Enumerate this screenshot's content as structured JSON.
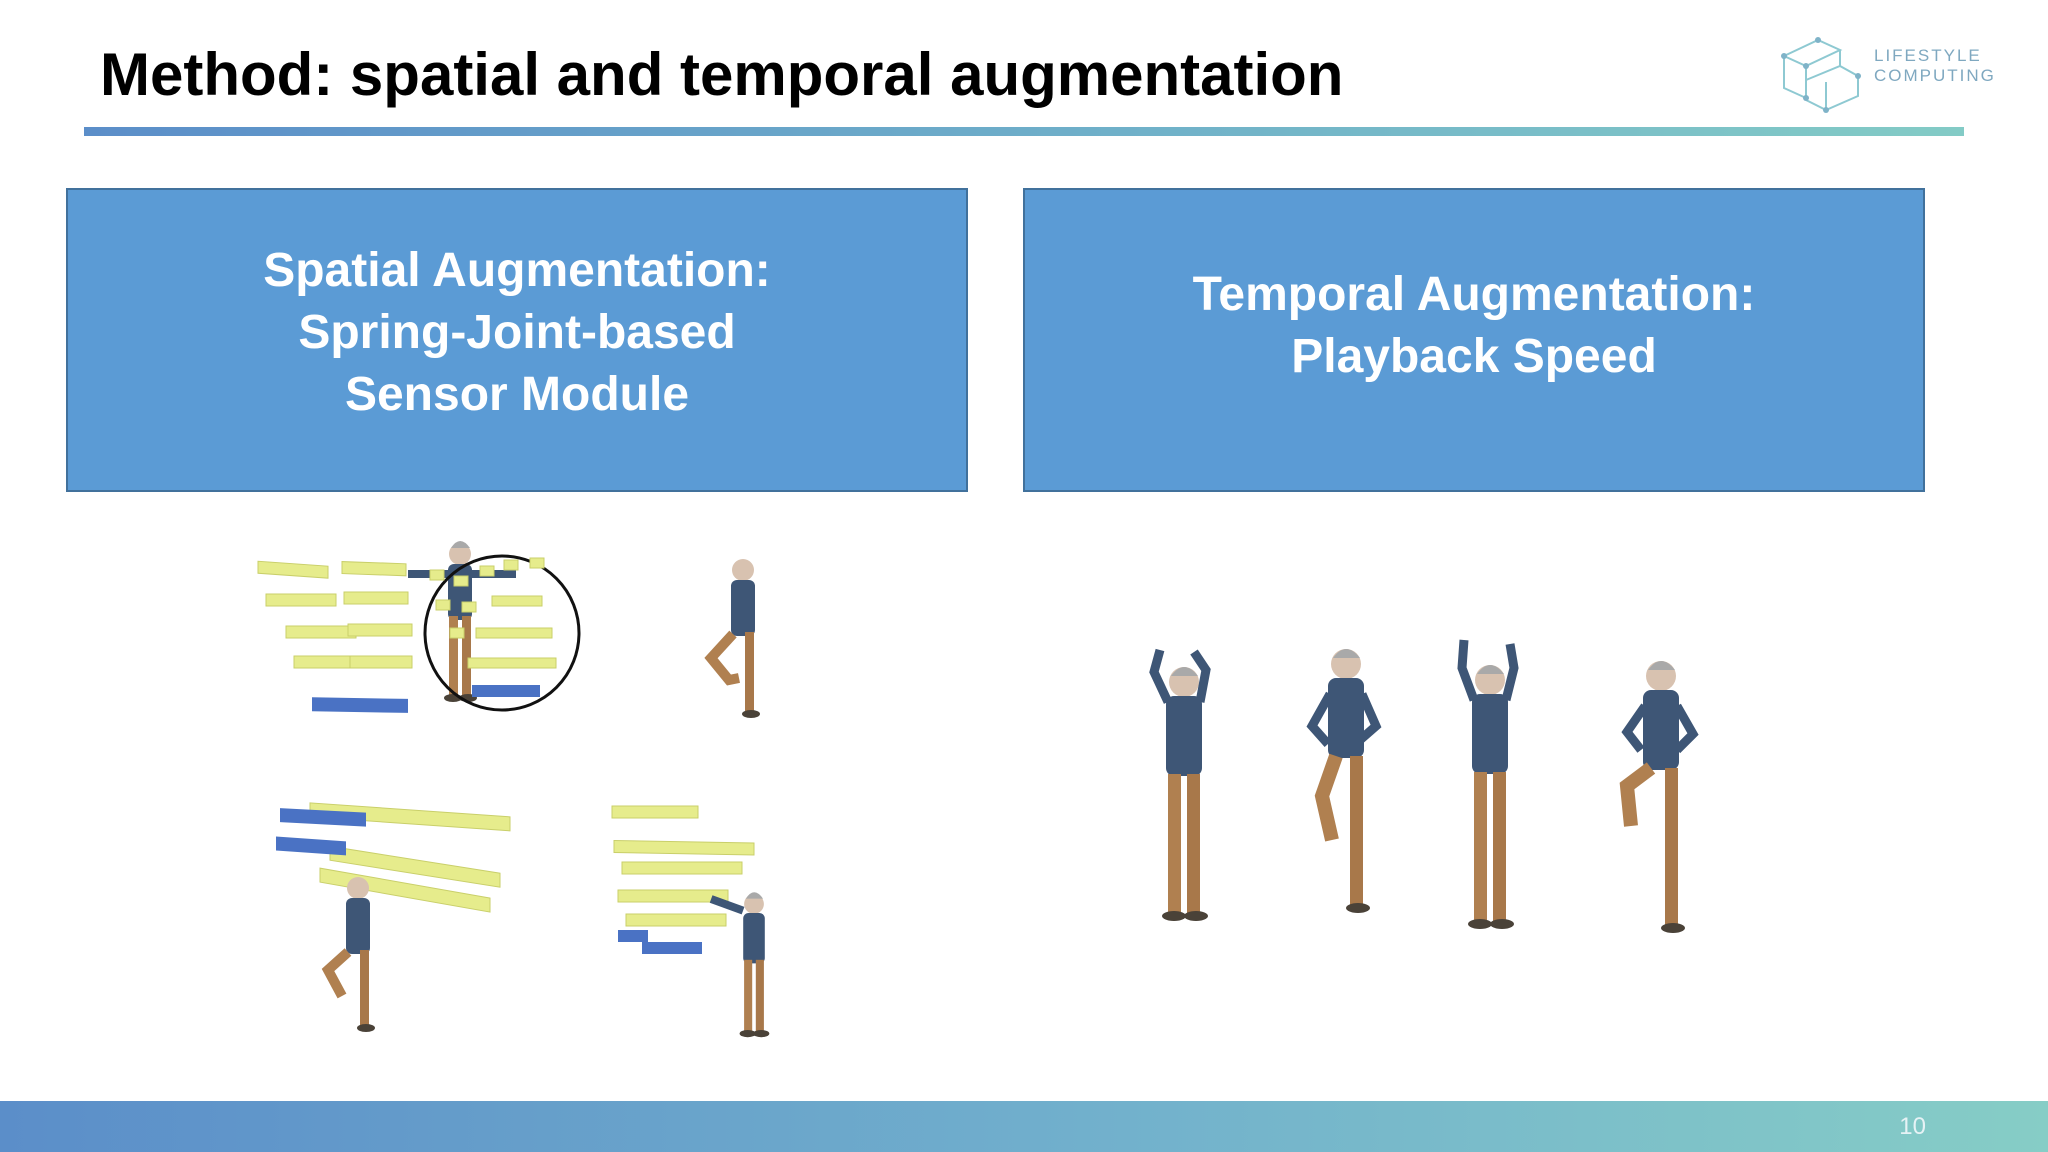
{
  "slide": {
    "title": "Method: spatial and temporal augmentation",
    "logo": {
      "line1": "LIFESTYLE",
      "line2": "COMPUTING",
      "icon": "cube-network-logo"
    },
    "page_number": "10"
  },
  "boxes": {
    "spatial": {
      "line1": "Spatial Augmentation:",
      "line2": "Spring-Joint-based",
      "line3": "Sensor Module"
    },
    "temporal": {
      "line1": "Temporal Augmentation:",
      "line2": "Playback Speed"
    }
  },
  "colors": {
    "box_fill": "#5b9bd5",
    "box_border": "#41719c",
    "sensor_yellow": "#e6ec8c",
    "sensor_blue": "#4a72c4",
    "shirt": "#3e5676",
    "pants": "#b08050"
  }
}
